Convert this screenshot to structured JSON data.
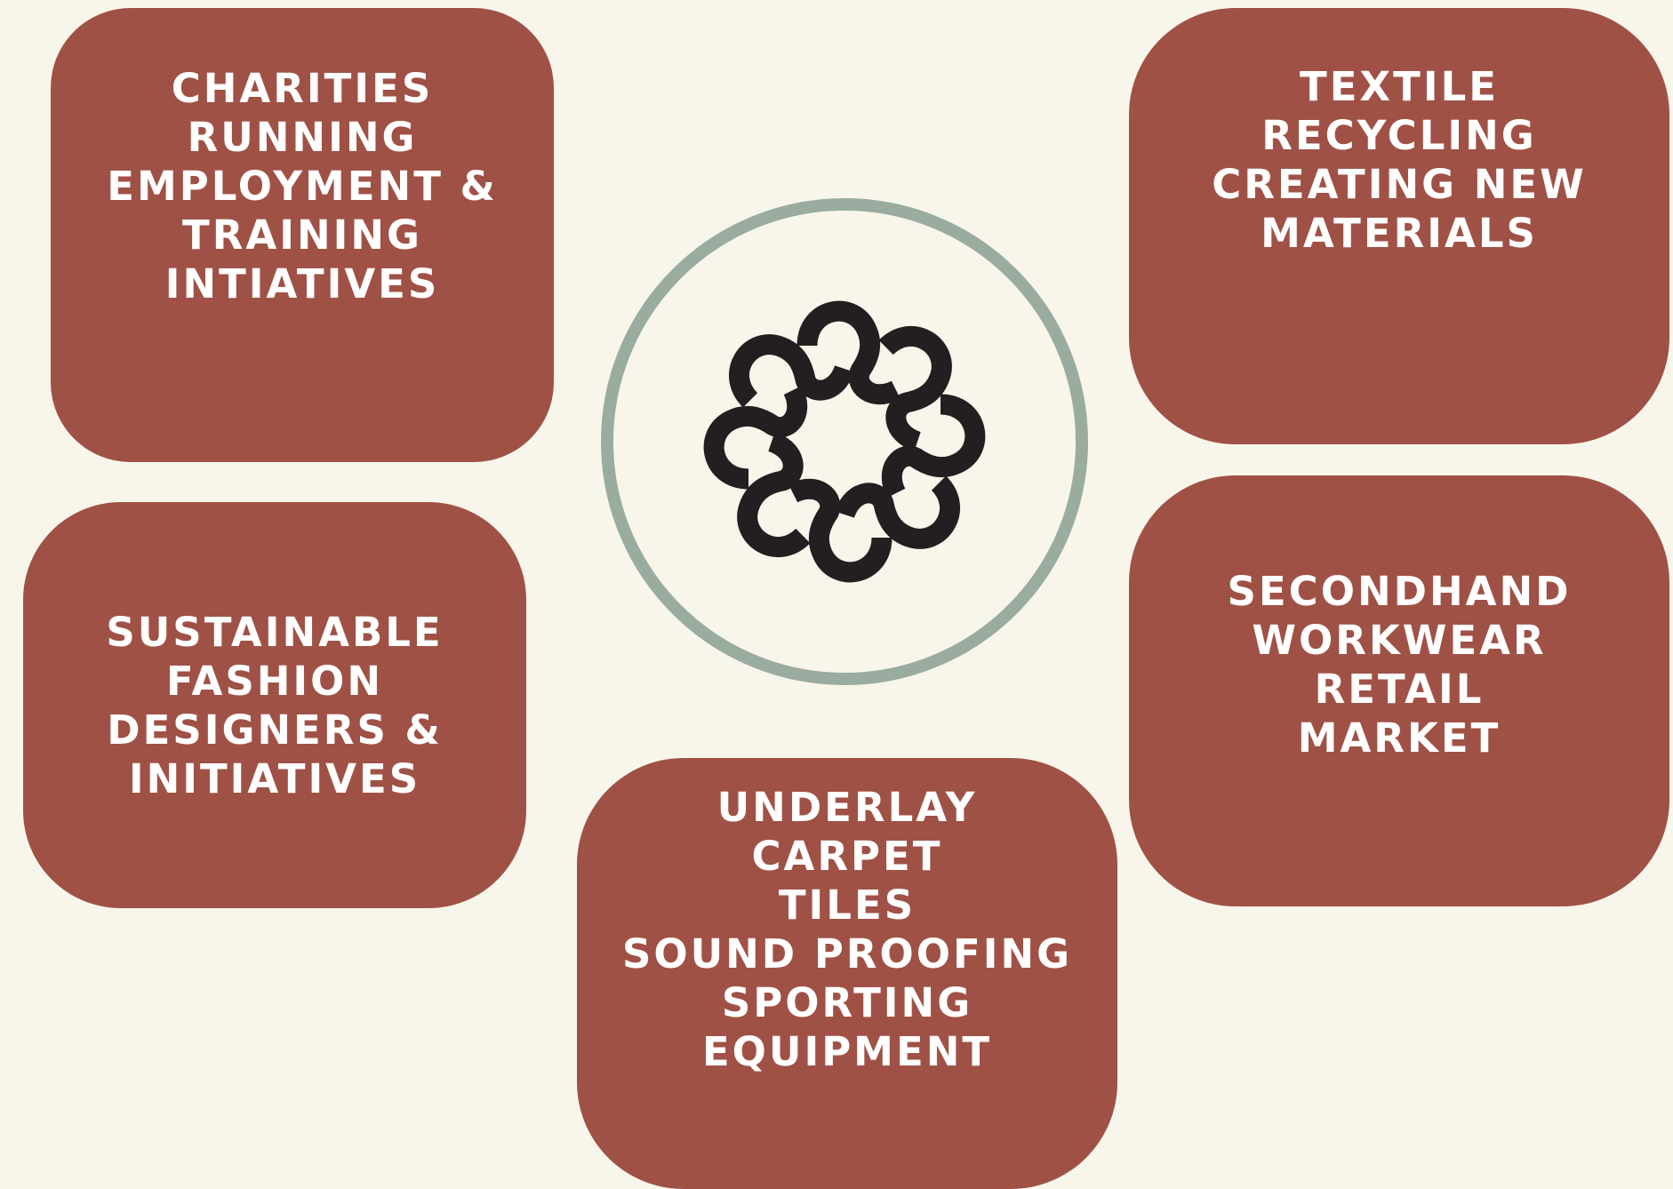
{
  "boxes": {
    "charities": {
      "lines": [
        "CHARITIES",
        "RUNNING",
        "EMPLOYMENT &",
        "TRAINING",
        "INTIATIVES"
      ]
    },
    "textile": {
      "lines": [
        "TEXTILE",
        "RECYCLING",
        "CREATING NEW",
        "MATERIALS"
      ]
    },
    "sustainable": {
      "lines": [
        "SUSTAINABLE",
        "FASHION",
        "DESIGNERS &",
        "INITIATIVES"
      ]
    },
    "secondhand": {
      "lines": [
        "SECONDHAND",
        "WORKWEAR",
        "RETAIL",
        "MARKET"
      ]
    },
    "underlay": {
      "lines": [
        "UNDERLAY",
        "CARPET",
        "TILES",
        "SOUND PROOFING",
        "SPORTING",
        "EQUIPMENT"
      ]
    }
  },
  "center": {
    "icon": "interlocking-loops-logo-icon"
  },
  "colors": {
    "background": "#f8f6eb",
    "box_fill": "#a05146",
    "box_text": "#ffffff",
    "circle_ring": "#9aaca0",
    "logo": "#231f20"
  }
}
